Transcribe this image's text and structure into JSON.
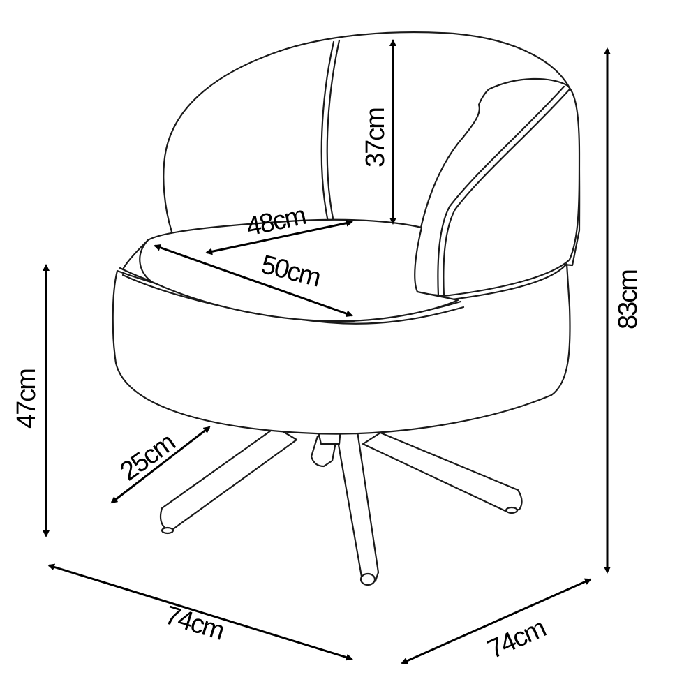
{
  "dimensions": {
    "backrest_height": "37cm",
    "seat_depth": "48cm",
    "seat_width": "50cm",
    "total_height": "83cm",
    "seat_height": "47cm",
    "leg_length": "25cm",
    "width_front": "74cm",
    "width_side": "74cm"
  },
  "colors": {
    "line": "#1a1a1a",
    "arrow": "#000000",
    "background": "#ffffff"
  }
}
